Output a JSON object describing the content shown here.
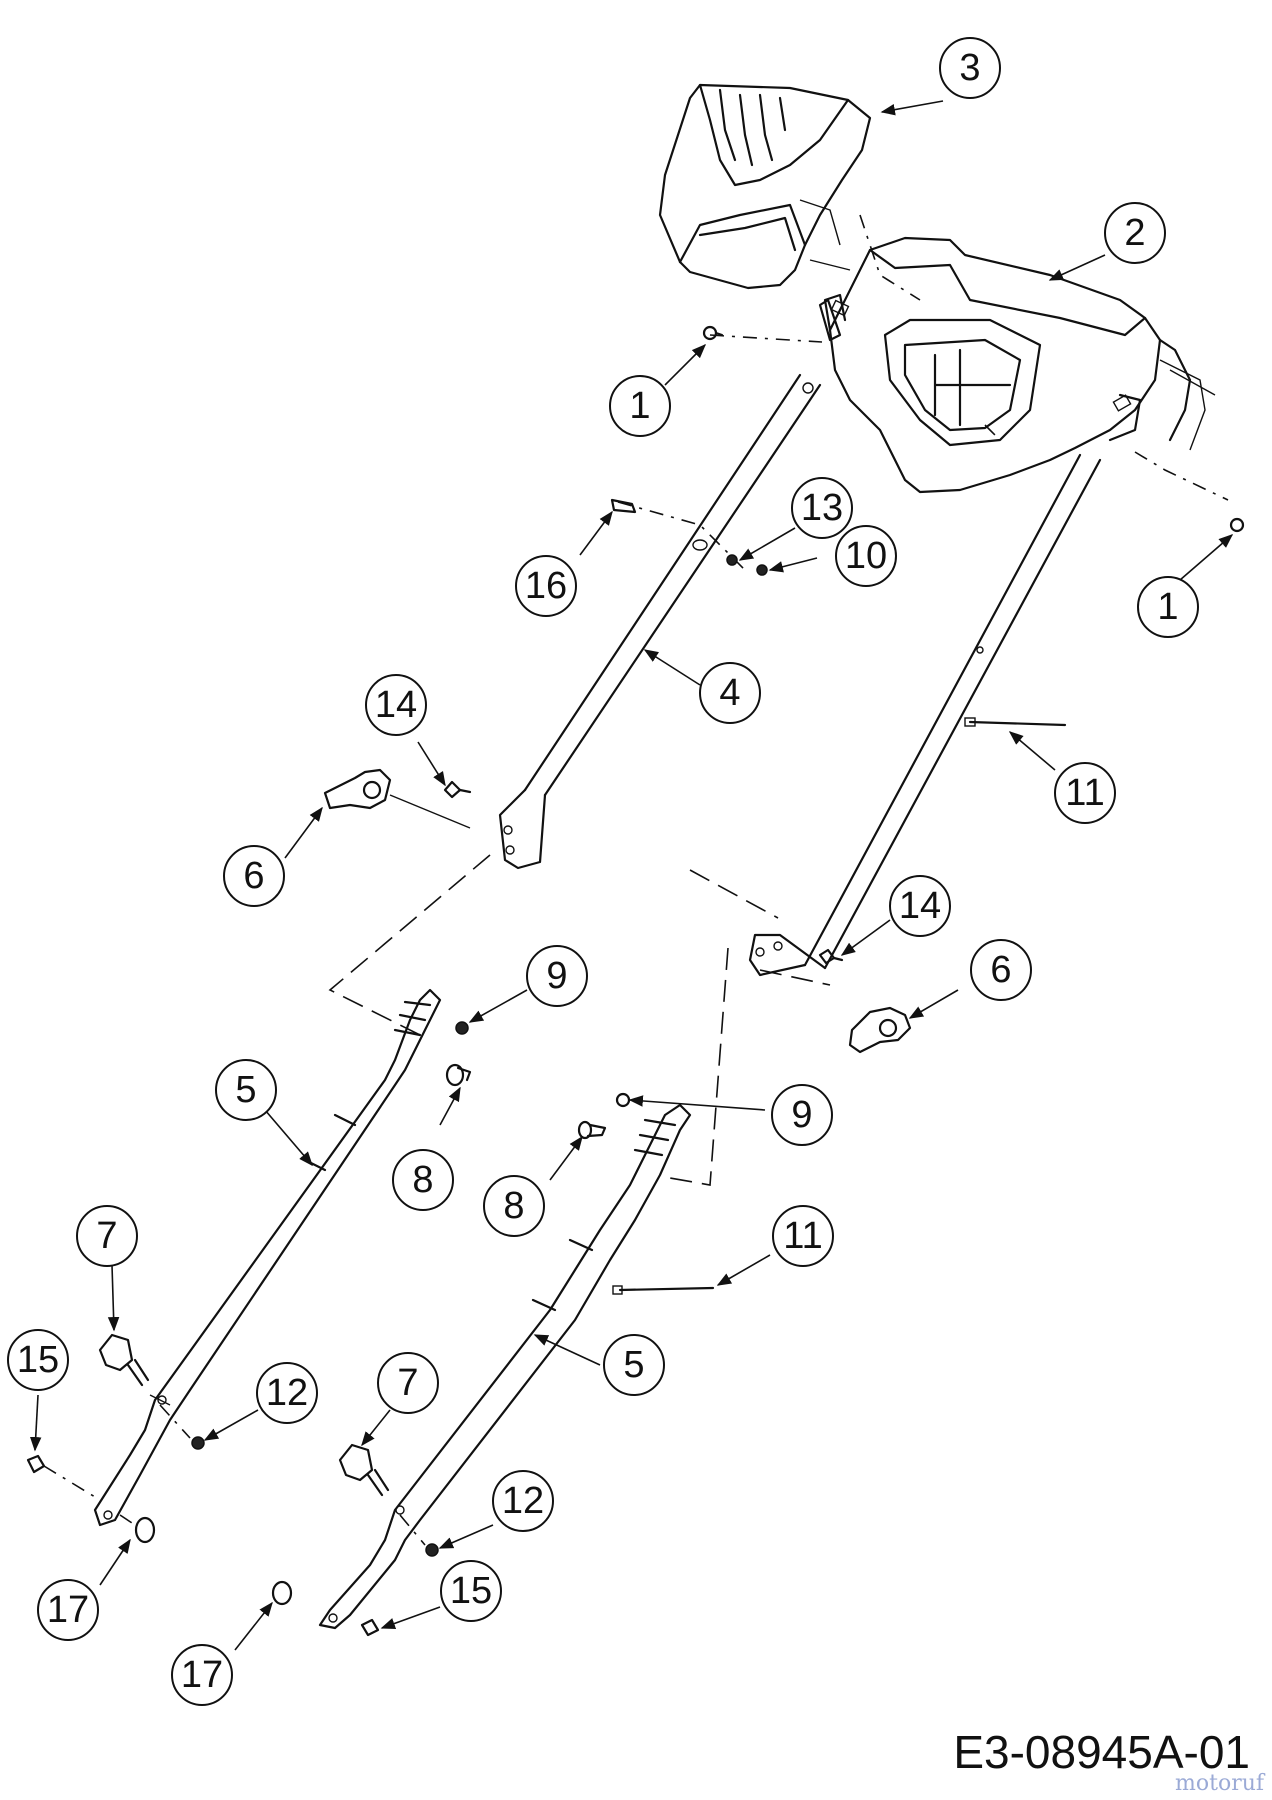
{
  "diagram": {
    "code": "E3-08945A-01",
    "watermark": "motoruf"
  },
  "callouts": {
    "c1a": "1",
    "c1b": "1",
    "c2": "2",
    "c3": "3",
    "c4": "4",
    "c5a": "5",
    "c5b": "5",
    "c6a": "6",
    "c6b": "6",
    "c7a": "7",
    "c7b": "7",
    "c8a": "8",
    "c8b": "8",
    "c9a": "9",
    "c9b": "9",
    "c10": "10",
    "c11a": "11",
    "c11b": "11",
    "c12a": "12",
    "c12b": "12",
    "c13": "13",
    "c14a": "14",
    "c14b": "14",
    "c15a": "15",
    "c15b": "15",
    "c16": "16",
    "c17a": "17",
    "c17b": "17"
  }
}
